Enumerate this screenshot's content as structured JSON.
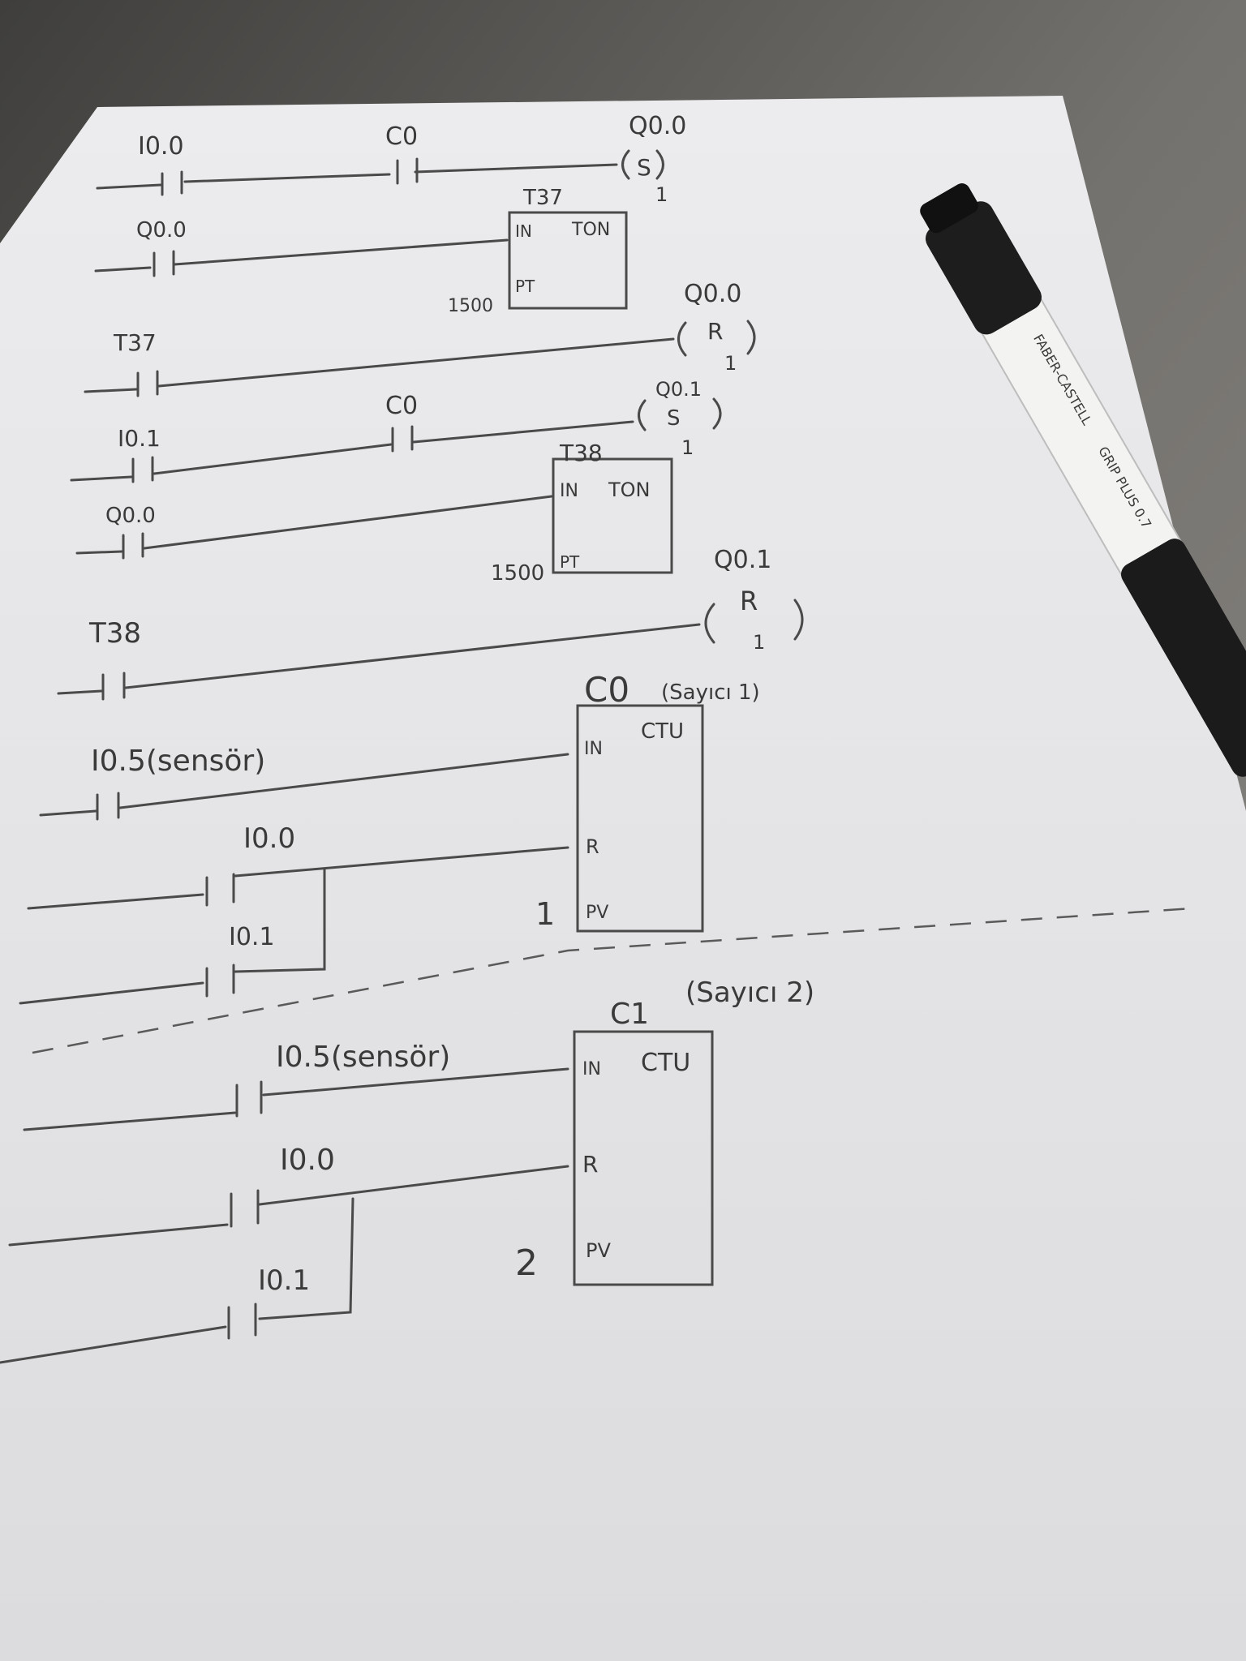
{
  "rungs": {
    "r1": {
      "contact_a": "I0.0",
      "contact_b": "C0",
      "coil_addr": "Q0.0",
      "coil_op": "S",
      "coil_n": "1"
    },
    "r2": {
      "contact": "Q0.0",
      "timer": "T37",
      "type": "TON",
      "in": "IN",
      "pt": "PT",
      "preset": "1500"
    },
    "r3": {
      "contact": "T37",
      "coil_addr": "Q0.0",
      "coil_op": "R",
      "coil_n": "1"
    },
    "r4": {
      "contact_a": "I0.1",
      "contact_b": "C0",
      "coil_addr": "Q0.1",
      "coil_op": "S",
      "coil_n": "1"
    },
    "r5": {
      "contact": "Q0.0",
      "timer": "T38",
      "type": "TON",
      "in": "IN",
      "pt": "PT",
      "preset": "1500"
    },
    "r6": {
      "contact": "T38",
      "coil_addr": "Q0.1",
      "coil_op": "R",
      "coil_n": "1"
    },
    "c0": {
      "name": "C0",
      "note": "(Sayıcı 1)",
      "type": "CTU",
      "in": "IN",
      "r": "R",
      "pv": "PV",
      "preset": "1",
      "in_contact": "I0.5(sensör)",
      "reset_a": "I0.0",
      "reset_b": "I0.1"
    },
    "c1": {
      "name": "C1",
      "note": "(Sayıcı 2)",
      "type": "CTU",
      "in": "IN",
      "r": "R",
      "pv": "PV",
      "preset": "2",
      "in_contact": "I0.5(sensör)",
      "reset_a": "I0.0",
      "reset_b": "I0.1"
    }
  },
  "pen": {
    "brand": "FABER-CASTELL",
    "model": "GRIP PLUS 0.7"
  },
  "colors": {
    "paper": "#e9e9ea",
    "table": "#6f6d6a",
    "ink": "#3a3a3a"
  }
}
